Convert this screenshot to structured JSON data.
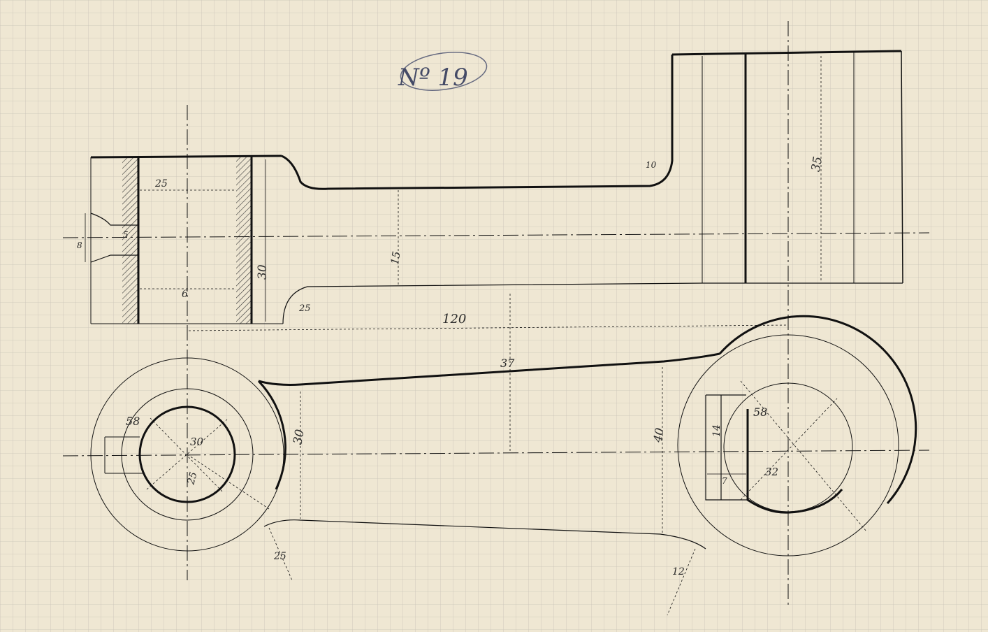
{
  "drawing": {
    "number_label": "Nº 19",
    "paper_color": "#efe7d3",
    "grid_color": "#c9c3b8",
    "ink_color": "#111111"
  },
  "top_view_dimensions": {
    "d25_left": "25",
    "d5_hole": "5",
    "d8_side": "8",
    "d6_bottom": "6",
    "d30_height": "30",
    "d15_web": "15",
    "r25_fillet": "25",
    "r10_fillet": "10",
    "d35_right": "35",
    "d120_center": "120"
  },
  "plan_view_dimensions": {
    "d37_top": "37",
    "d30_arm": "30",
    "d40_arm": "40",
    "d58_left": "58",
    "d30_bore": "30",
    "d25_bore": "25",
    "d58_right": "58",
    "d14_key": "14",
    "d7_key": "7",
    "d32_bore": "32",
    "r25_lower": "25",
    "r12_lower": "12"
  }
}
